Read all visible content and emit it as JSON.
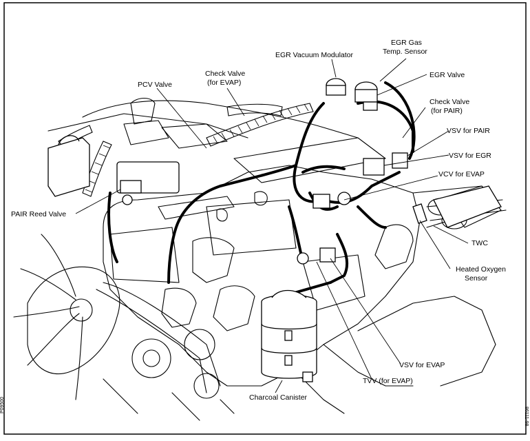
{
  "labels": {
    "egr_vacuum_modulator": "EGR Vacuum Modulator",
    "egr_gas_temp_sensor_1": "EGR Gas",
    "egr_gas_temp_sensor_2": "Temp. Sensor",
    "egr_valve": "EGR Valve",
    "check_valve_evap_1": "Check Valve",
    "check_valve_evap_2": "(for EVAP)",
    "pcv_valve": "PCV Valve",
    "check_valve_pair_1": "Check Valve",
    "check_valve_pair_2": "(for PAIR)",
    "vsv_pair": "VSV for PAIR",
    "vsv_egr": "VSV for EGR",
    "vcv_evap": "VCV for EVAP",
    "pair_reed_valve": "PAIR Reed Valve",
    "twc": "TWC",
    "heated_o2_1": "Heated Oxygen",
    "heated_o2_2": "Sensor",
    "vsv_evap": "VSV for EVAP",
    "tvv_evap": "TVV (for EVAP)",
    "charcoal_canister": "Charcoal Canister"
  },
  "side_codes": {
    "left": "P09500",
    "right": "86111-98"
  }
}
